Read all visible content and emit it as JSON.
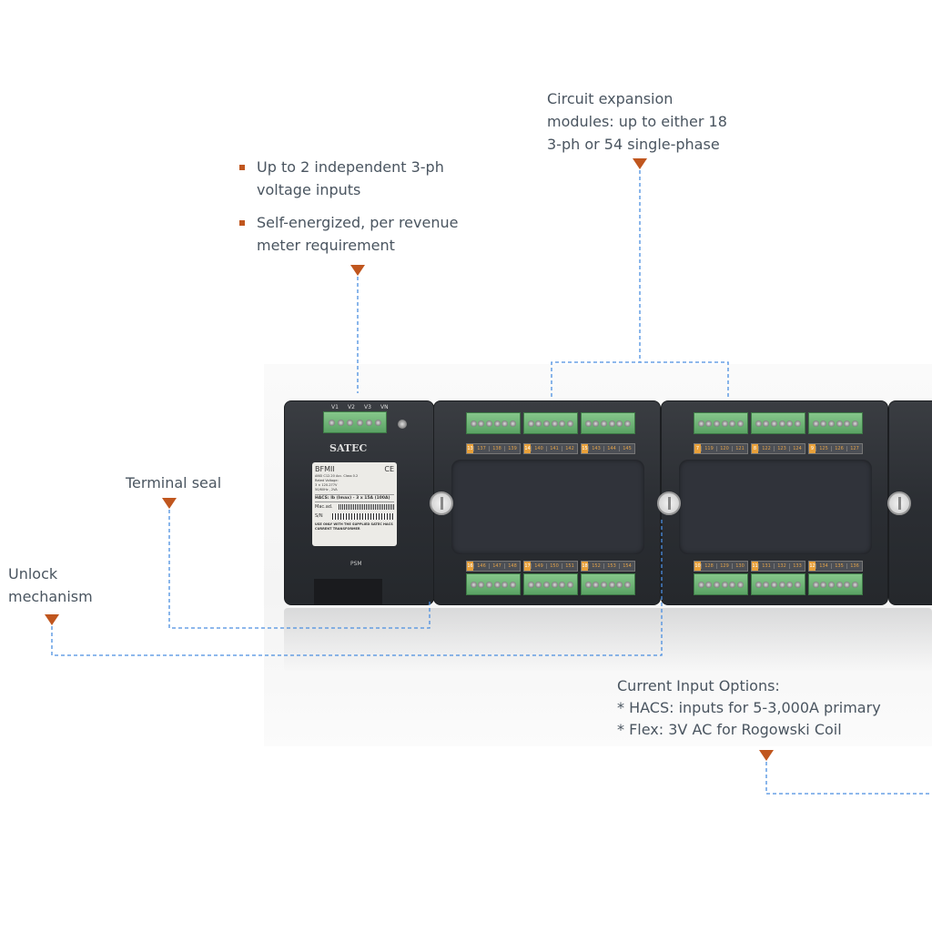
{
  "callouts": {
    "voltage": {
      "bullets": [
        "Up to 2 independent 3-ph voltage inputs",
        "Self-energized, per revenue meter requirement"
      ]
    },
    "expansion": {
      "text": "Circuit expansion modules: up to either 18 3-ph or 54 single-phase"
    },
    "terminal_seal": {
      "text": "Terminal seal"
    },
    "unlock": {
      "text": "Unlock mechanism"
    },
    "current": {
      "title": "Current Input Options:",
      "lines": [
        "* HACS: inputs for 5-3,000A primary",
        "* Flex: 3V AC for Rogowski Coil"
      ]
    }
  },
  "device": {
    "brand": "SATEC",
    "voltage_terminals": [
      "V1",
      "V2",
      "V3",
      "VN"
    ],
    "module_name": "PSM",
    "label": {
      "model": "BFMII",
      "ce": "CE",
      "specs": [
        "ANSI C12.20 Acc. Class 0.2",
        "Rated Voltage:",
        "3 × 120-277V",
        "50/60Hz , 2VA"
      ],
      "hacs": "HACS: Ib (Imax) - 3 x 15A (100A)",
      "mac_label": "Mac.ad.",
      "sn_label": "S/N",
      "warning": "USE ONLY WITH THE SUPPLIED SATEC HACS CURRENT TRANSFORMER"
    },
    "modules": [
      {
        "top": [
          {
            "idx": "13",
            "nums": [
              "137",
              "138",
              "139"
            ]
          },
          {
            "idx": "14",
            "nums": [
              "140",
              "141",
              "142"
            ]
          },
          {
            "idx": "15",
            "nums": [
              "143",
              "144",
              "145"
            ]
          }
        ],
        "bottom": [
          {
            "idx": "16",
            "nums": [
              "146",
              "147",
              "148"
            ]
          },
          {
            "idx": "17",
            "nums": [
              "149",
              "150",
              "151"
            ]
          },
          {
            "idx": "18",
            "nums": [
              "152",
              "153",
              "154"
            ]
          }
        ]
      },
      {
        "top": [
          {
            "idx": "7",
            "nums": [
              "119",
              "120",
              "121"
            ]
          },
          {
            "idx": "8",
            "nums": [
              "122",
              "123",
              "124"
            ]
          },
          {
            "idx": "9",
            "nums": [
              "125",
              "126",
              "127"
            ]
          }
        ],
        "bottom": [
          {
            "idx": "10",
            "nums": [
              "128",
              "129",
              "130"
            ]
          },
          {
            "idx": "11",
            "nums": [
              "131",
              "132",
              "133"
            ]
          },
          {
            "idx": "12",
            "nums": [
              "134",
              "135",
              "136"
            ]
          }
        ]
      }
    ]
  },
  "colors": {
    "accent": "#c0561e",
    "dash": "#4a8ee0",
    "text": "#4a5560"
  }
}
